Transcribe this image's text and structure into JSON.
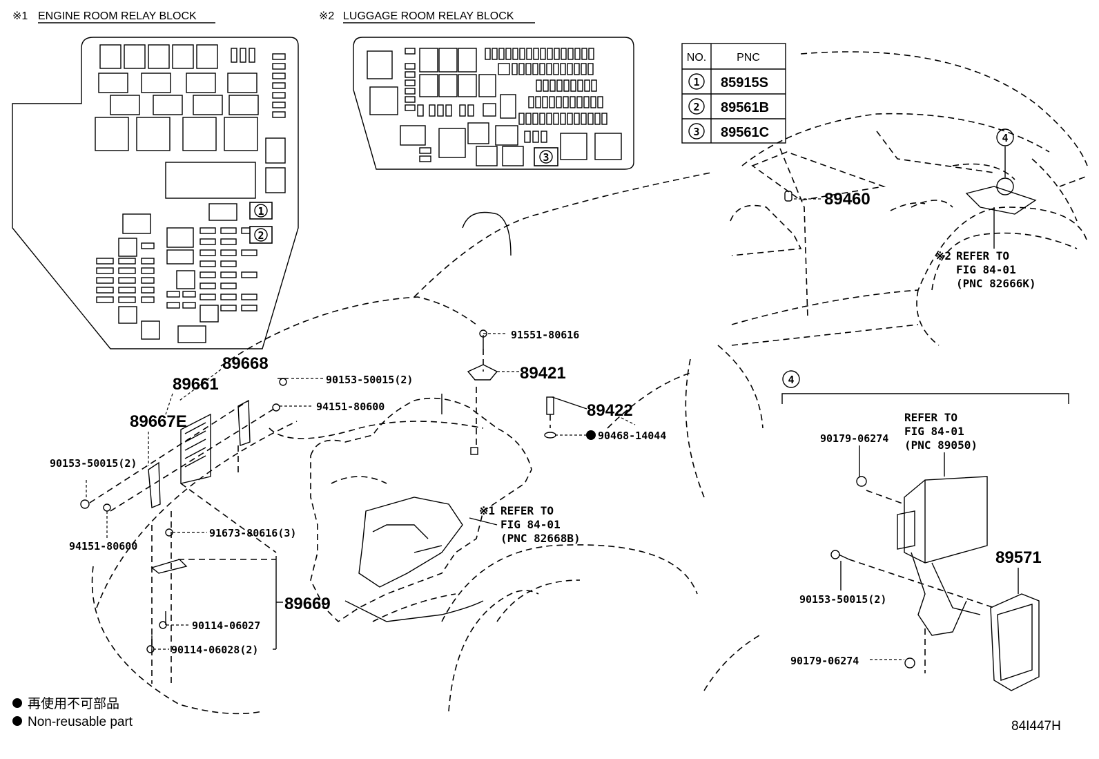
{
  "engine_block": {
    "marker": "※1",
    "title": "ENGINE ROOM RELAY BLOCK"
  },
  "luggage_block": {
    "marker": "※2",
    "title": "LUGGAGE ROOM RELAY BLOCK"
  },
  "pnc_table": {
    "header_no": "NO.",
    "header_pnc": "PNC",
    "rows": [
      {
        "no": "1",
        "pnc": "85915S"
      },
      {
        "no": "2",
        "pnc": "89561B"
      },
      {
        "no": "3",
        "pnc": "89561C"
      }
    ]
  },
  "callouts": {
    "c1": "1",
    "c2": "2",
    "c3": "3",
    "c4": "4",
    "c4b": "4"
  },
  "parts": {
    "p89460": "89460",
    "p89668": "89668",
    "p89661": "89661",
    "p89667E": "89667E",
    "p89421": "89421",
    "p89422": "89422",
    "p89669": "89669",
    "p89571": "89571",
    "p91551": "91551-80616",
    "p90153a": "90153-50015(2)",
    "p94151a": "94151-80600",
    "p90468": "90468-14044",
    "p90153b": "90153-50015(2)",
    "p94151b": "94151-80600",
    "p91673": "91673-80616(3)",
    "p90114a": "90114-06027",
    "p90114b": "90114-06028(2)",
    "p90179a": "90179-06274",
    "p90153c": "90153-50015(2)",
    "p90179b": "90179-06274"
  },
  "refs": {
    "ref_luggage": {
      "mark": "※2",
      "l1": "REFER TO",
      "l2": "FIG 84-01",
      "l3": "(PNC 82666K)"
    },
    "ref_engine": {
      "mark": "※1",
      "l1": "REFER TO",
      "l2": "FIG 84-01",
      "l3": "(PNC 82668B)"
    },
    "ref_ecu": {
      "l1": "REFER TO",
      "l2": "FIG 84-01",
      "l3": "(PNC 89050)"
    }
  },
  "legend": {
    "line1": "再使用不可部品",
    "line2": "Non-reusable part"
  },
  "figure_id": "84I447H"
}
